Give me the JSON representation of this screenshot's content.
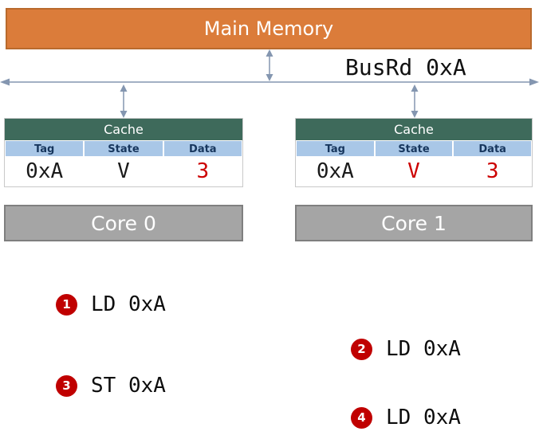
{
  "memory": {
    "label": "Main Memory"
  },
  "bus": {
    "label": "BusRd 0xA"
  },
  "caches": [
    {
      "title": "Cache",
      "columns": [
        "Tag",
        "State",
        "Data"
      ],
      "row": {
        "tag": "0xA",
        "state": "V",
        "data": "3"
      }
    },
    {
      "title": "Cache",
      "columns": [
        "Tag",
        "State",
        "Data"
      ],
      "row": {
        "tag": "0xA",
        "state": "V",
        "data": "3"
      }
    }
  ],
  "cell_colors": {
    "cache0": {
      "tag": "#1a1a1a",
      "state": "#1a1a1a",
      "data": "#CC0000"
    },
    "cache1": {
      "tag": "#1a1a1a",
      "state": "#CC0000",
      "data": "#CC0000"
    }
  },
  "cores": [
    {
      "label": "Core 0"
    },
    {
      "label": "Core 1"
    }
  ],
  "events": [
    {
      "num": "1",
      "text": "LD 0xA"
    },
    {
      "num": "2",
      "text": "LD 0xA"
    },
    {
      "num": "3",
      "text": "ST 0xA"
    },
    {
      "num": "4",
      "text": "LD 0xA"
    }
  ],
  "colors": {
    "memory_bg": "#DB7C3A",
    "memory_border": "#B96A2D",
    "cache_header_bg": "#3E6A5B",
    "column_header_bg": "#A9C7E7",
    "column_header_text": "#17365D",
    "core_bg": "#A5A5A5",
    "core_border": "#7F7F7F",
    "arrow": "#8496B0",
    "badge_bg": "#C00000",
    "highlight_red": "#CC0000"
  }
}
